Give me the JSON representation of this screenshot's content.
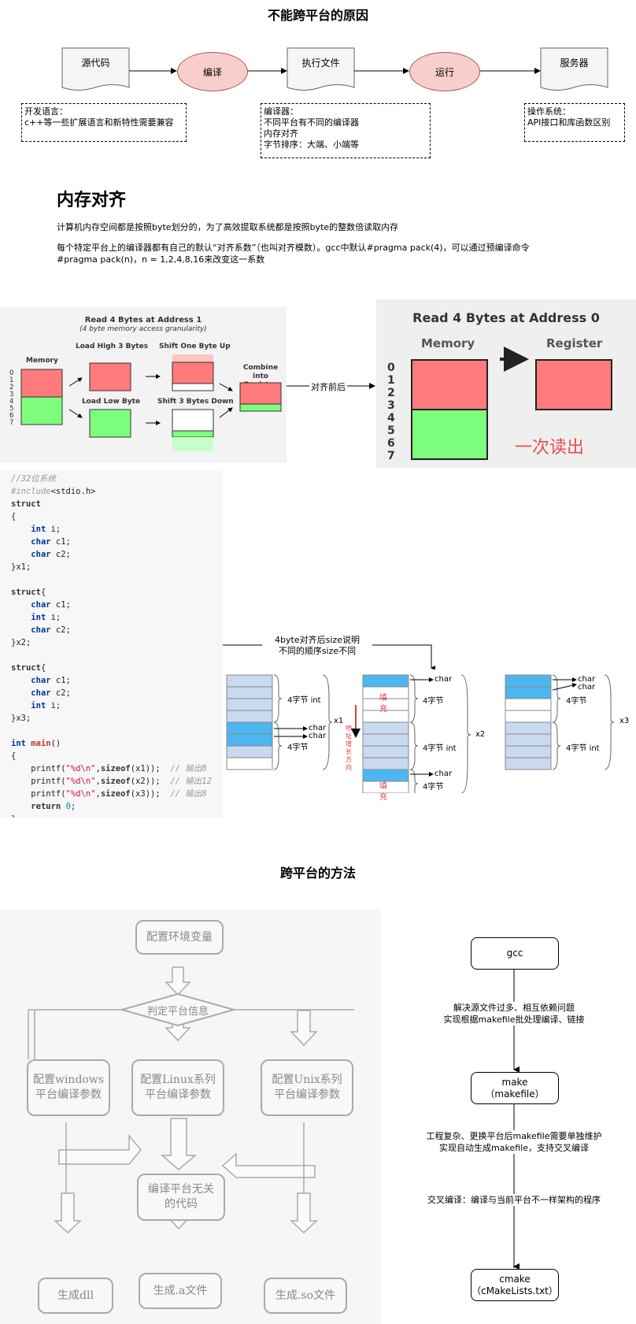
{
  "section1": {
    "title": "不能跨平台的原因",
    "nodes": {
      "source": "源代码",
      "compile": "编译",
      "exec": "执行文件",
      "run": "运行",
      "server": "服务器"
    },
    "notes": {
      "lang": [
        "开发语言：",
        "c++等一些扩展语言和新特性需要兼容"
      ],
      "compiler": [
        "编译器：",
        "不同平台有不同的编译器",
        "内存对齐",
        "字节排序：大端、小端等"
      ],
      "os": [
        "操作系统：",
        "API接口和库函数区别"
      ]
    }
  },
  "section2": {
    "title": "内存对齐",
    "para1": "计算机内存空间都是按照byte划分的，为了高效提取系统都是按照byte的整数倍读取内存",
    "para2a": "每个特定平台上的编译器都有自己的默认“对齐系数”（也叫对齐模数）。gcc中默认#pragma pack(4)，可以通过预编译命令",
    "para2b": "#pragma pack(n)，n = 1,2,4,8,16来改变这一系数"
  },
  "figure_unaligned": {
    "title": "Read 4 Bytes at Address 1",
    "subtitle": "(4 byte memory access granularity)",
    "memory": "Memory",
    "load_high": "Load High 3 Bytes",
    "shift_up": "Shift One Byte Up",
    "combine1": "Combine",
    "combine2": "into Register",
    "load_low": "Load Low Byte",
    "shift_down": "Shift 3 Bytes Down",
    "addresses": [
      "0",
      "1",
      "2",
      "3",
      "4",
      "5",
      "6",
      "7"
    ]
  },
  "compare_label": "对齐前后",
  "figure_aligned": {
    "title": "Read 4 Bytes at Address 0",
    "memory": "Memory",
    "register": "Register",
    "note": "一次读出",
    "addresses": [
      "0",
      "1",
      "2",
      "3",
      "4",
      "5",
      "6",
      "7"
    ]
  },
  "code_label": {
    "line1": "4byte对齐后size说明",
    "line2": "不同的顺序size不同"
  },
  "struct_fig": {
    "four_bytes": "4字节",
    "int": "int",
    "char": "char",
    "fill": [
      "填",
      "充"
    ],
    "dir": [
      "地",
      "址",
      "增",
      "长",
      "方",
      "向"
    ],
    "x1": "x1",
    "x2": "x2",
    "x3": "x3"
  },
  "section3": {
    "title": "跨平台的方法",
    "sketch": {
      "env": "配置环境变量",
      "decide": "判定平台信息",
      "win": [
        "配置windows",
        "平台编译参数"
      ],
      "linux": [
        "配置Linux系列",
        "平台编译参数"
      ],
      "unix": [
        "配置Unix系列",
        "平台编译参数"
      ],
      "indep": [
        "编译平台无关",
        "的代码"
      ],
      "dll": "生成dll",
      "a": "生成.a文件",
      "so": "生成.so文件"
    },
    "flow": {
      "gcc": "gcc",
      "make": [
        "make",
        "（makefile）"
      ],
      "cmake": [
        "cmake",
        "（cMakeLists.txt）"
      ],
      "note1": [
        "解决源文件过多、相互依赖问题",
        "实现根据makefile批处理编译、链接"
      ],
      "note2": [
        "工程复杂、更换平台后makefile需要单独维护",
        "实现自动生成makefile，支持交叉编译"
      ],
      "note3": "交叉编译：编译与当前平台不一样架构的程序"
    }
  }
}
